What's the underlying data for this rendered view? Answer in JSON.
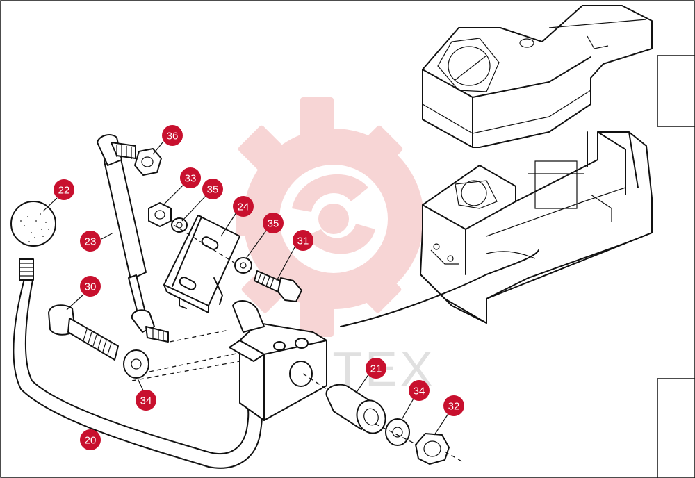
{
  "colors": {
    "callout_fill": "#c8102e",
    "callout_text": "#ffffff",
    "line": "#111111",
    "watermark": "#f2b4b4"
  },
  "watermark": {
    "text": "ИНТЕХ",
    "logo": "gear-logo"
  },
  "callouts": [
    {
      "id": "36",
      "label": "36"
    },
    {
      "id": "22",
      "label": "22"
    },
    {
      "id": "33",
      "label": "33"
    },
    {
      "id": "35a",
      "label": "35"
    },
    {
      "id": "24",
      "label": "24"
    },
    {
      "id": "35b",
      "label": "35"
    },
    {
      "id": "31",
      "label": "31"
    },
    {
      "id": "23",
      "label": "23"
    },
    {
      "id": "30",
      "label": "30"
    },
    {
      "id": "21",
      "label": "21"
    },
    {
      "id": "34a",
      "label": "34"
    },
    {
      "id": "34b",
      "label": "34"
    },
    {
      "id": "32",
      "label": "32"
    },
    {
      "id": "20",
      "label": "20"
    }
  ]
}
